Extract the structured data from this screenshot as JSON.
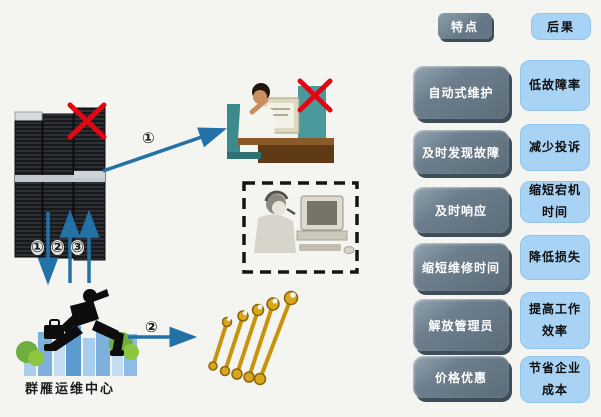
{
  "headers": {
    "features": "特点",
    "results": "后果"
  },
  "rows": [
    {
      "feature": "自动式维护",
      "result": "低故障率"
    },
    {
      "feature": "及时发现故障",
      "result": "减少投诉"
    },
    {
      "feature": "及时响应",
      "result": "缩短宕机时间"
    },
    {
      "feature": "缩短维修时间",
      "result": "降低损失"
    },
    {
      "feature": "解放管理员",
      "result": "提高工作效率"
    },
    {
      "feature": "价格优惠",
      "result": "节省企业成本"
    }
  ],
  "diagram": {
    "center_label": "群雁运维中心",
    "step_labels": {
      "one": "①",
      "two": "②",
      "three": "③"
    },
    "icons": [
      "server-rack-icon",
      "error-x-icon",
      "user-on-phone-icon",
      "call-center-operator-icon",
      "running-engineer-icon",
      "city-skyline-icon",
      "wrench-set-icon",
      "arrow-icon"
    ],
    "colors": {
      "feature_box": "#6d7e8c",
      "feature_box_shadow": "#3e4d58",
      "result_box": "#a9d3f4",
      "arrow": "#2272a8",
      "error_x": "#e30613",
      "background": "#f4f4f1"
    }
  }
}
